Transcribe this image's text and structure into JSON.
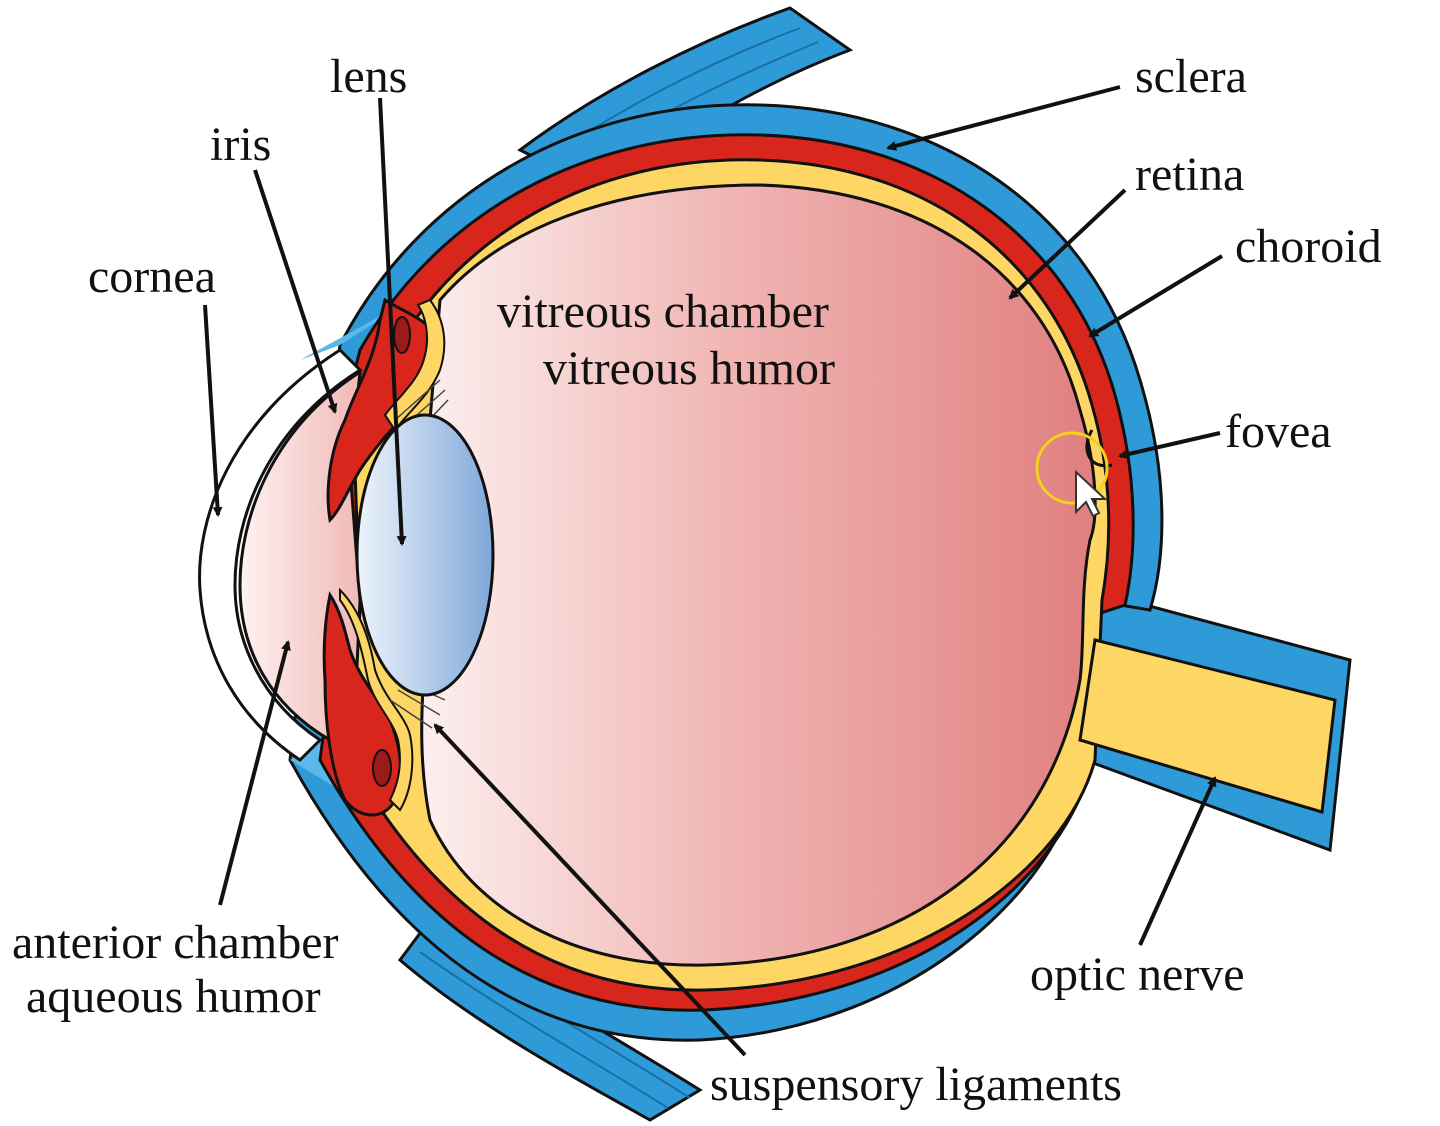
{
  "labels": {
    "lens": "lens",
    "sclera": "sclera",
    "iris": "iris",
    "retina": "retina",
    "choroid": "choroid",
    "cornea": "cornea",
    "vitreous_line1": "vitreous chamber",
    "vitreous_line2": "vitreous humor",
    "fovea": "fovea",
    "anterior_line1": "anterior chamber",
    "anterior_line2": "aqueous humor",
    "optic_nerve": "optic nerve",
    "suspensory": "suspensory ligaments"
  },
  "colors": {
    "sclera": "#2f9ad8",
    "sclera_light": "#5cb8e8",
    "choroid": "#d9261c",
    "retina": "#fdd664",
    "vitreous_light": "#fbe9e9",
    "vitreous_dark": "#e07f7f",
    "lens_light": "#e8f0fa",
    "lens_dark": "#7aa4d8",
    "outline": "#111111",
    "highlight_ring": "#f2d21a"
  },
  "icons": {
    "cursor": "mouse-pointer-icon"
  }
}
